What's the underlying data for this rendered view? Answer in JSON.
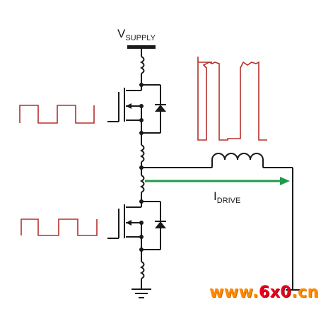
{
  "labels": {
    "vsupply_main": "V",
    "vsupply_sub": "SUPPLY",
    "idrive_main": "I",
    "idrive_sub": "DRIVE"
  },
  "watermark": {
    "prefix": "www.",
    "highlight": "6x0",
    "suffix": ".cn"
  },
  "colors": {
    "wire": "#1a1a1a",
    "waveform": "#b5302c",
    "current_arrow": "#1e9a4a",
    "watermark_orange": "#ff8a00",
    "watermark_red": "#e8001c"
  },
  "icons": {
    "supply_rail": "bold-bar",
    "ground": "ground-symbol",
    "inductor": "coil-symbol",
    "transistor": "mosfet-symbol",
    "diode": "diode-symbol"
  }
}
